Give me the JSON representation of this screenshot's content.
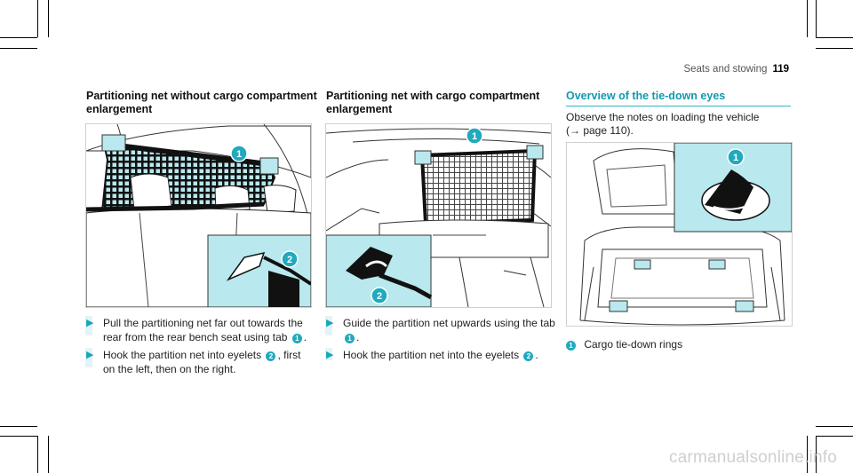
{
  "header": {
    "section": "Seats and stowing",
    "page_number": "119"
  },
  "col1": {
    "title_line1": "Partitioning net without cargo compartment",
    "title_line2": "enlargement",
    "step1_a": "Pull the partitioning net far out towards the",
    "step1_b": "rear from the rear bench seat using tab",
    "step1_marker": "1",
    "step2_a": "Hook the partition net into eyelets",
    "step2_marker": "2",
    "step2_a_end": ", first",
    "step2_b": "on the left, then on the right.",
    "callouts": [
      "1",
      "2"
    ]
  },
  "col2": {
    "title_line1": "Partitioning net with cargo compartment",
    "title_line2": "enlargement",
    "step1_a": "Guide the partition net upwards using the tab",
    "step1_marker": "1",
    "step2_a": "Hook the partition net into the eyelets",
    "step2_marker": "2",
    "callouts": [
      "1",
      "2"
    ]
  },
  "col3": {
    "title": "Overview of the tie-down eyes",
    "intro_line1": "Observe the notes on loading the vehicle",
    "intro_line2": "(→ page 110).",
    "legend_marker": "1",
    "legend_text": "Cargo tie-down rings",
    "callouts": [
      "1"
    ]
  },
  "colors": {
    "accent": "#21a9bd",
    "highlight": "#b9e8ee",
    "rule": "#30b7c8"
  },
  "watermark": "carmanualsonline.info"
}
